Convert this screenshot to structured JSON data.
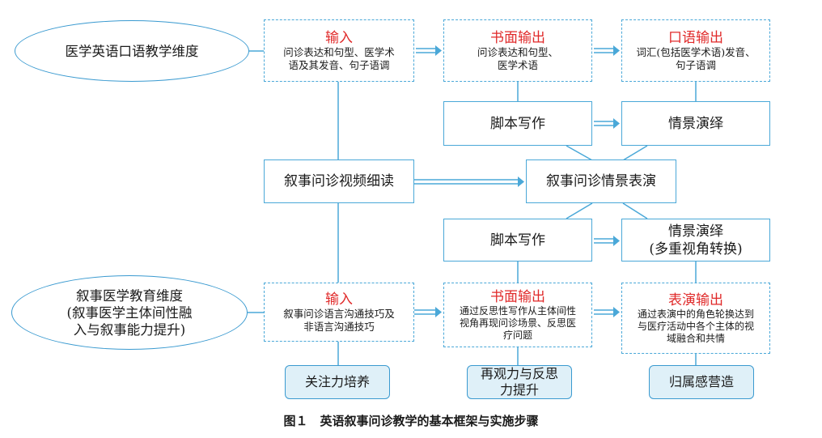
{
  "dimension_medical_english": "医学英语口语教学维度",
  "dimension_narrative": "叙事医学教育维度\n(叙事医学主体间性融\n入与叙事能力提升)",
  "top_row": {
    "input": {
      "title": "输入",
      "text": "问诊表达和句型、医学术\n语及其发音、句子语调"
    },
    "written": {
      "title": "书面输出",
      "text": "问诊表达和句型、\n医学术语"
    },
    "oral": {
      "title": "口语输出",
      "text": "词汇(包括医学术语)发音、\n句子语调"
    }
  },
  "upper_middle": {
    "script": "脚本写作",
    "scene": "情景演绎"
  },
  "center": {
    "reading": "叙事问诊视频细读",
    "performance": "叙事问诊情景表演"
  },
  "lower_middle": {
    "script": "脚本写作",
    "scene": "情景演绎\n(多重视角转换)"
  },
  "bottom_row": {
    "input": {
      "title": "输入",
      "text": "叙事问诊语言沟通技巧及\n非语言沟通技巧"
    },
    "written": {
      "title": "书面输出",
      "text": "通过反思性写作从主体间性\n视角再现问诊场景、反思医\n疗问题"
    },
    "performance": {
      "title": "表演输出",
      "text": "通过表演中的角色轮换达到\n与医疗活动中各个主体的视\n域融合和共情"
    }
  },
  "outcomes": {
    "attention": "关注力培养",
    "reflection": "再观力与反思\n力提升",
    "belonging": "归属感营造"
  },
  "caption": "图１　英语叙事问诊教学的基本框架与实施步骤",
  "colors": {
    "line": "#4aa8d8",
    "heading": "#e02a2a",
    "pill_fill": "#dff0f8"
  }
}
